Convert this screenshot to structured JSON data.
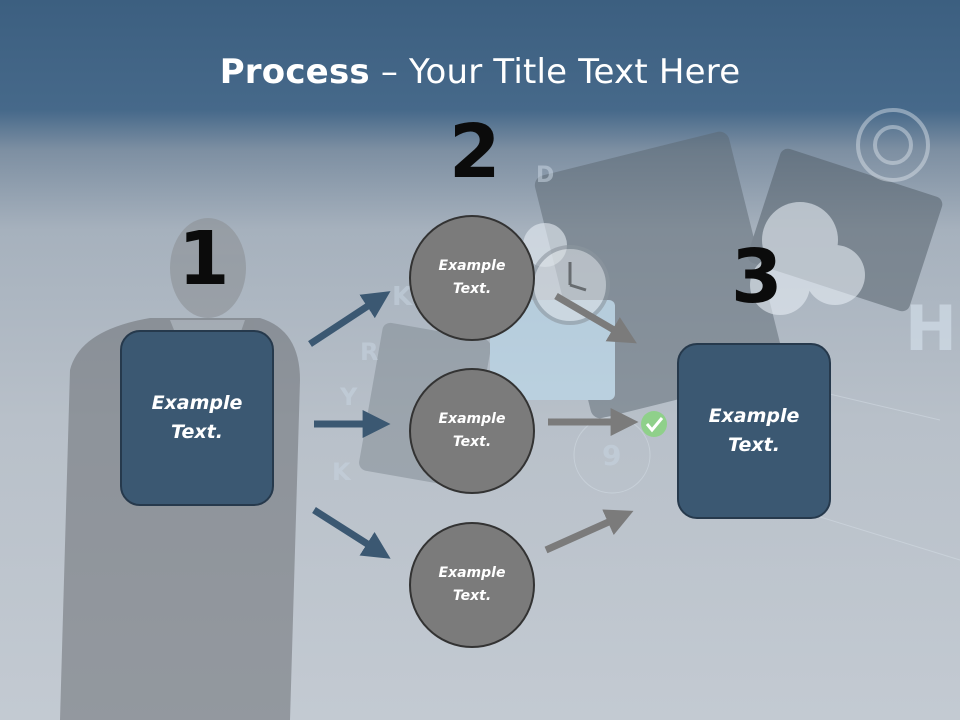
{
  "slide": {
    "title_bold": "Process",
    "title_rest": " – Your Title Text Here"
  },
  "steps": {
    "step1_number": "1",
    "step2_number": "2",
    "step3_number": "3"
  },
  "boxes": {
    "left_text": "Example Text.",
    "right_text": "Example Text."
  },
  "circles": [
    {
      "text": "Example Text."
    },
    {
      "text": "Example Text."
    },
    {
      "text": "Example Text."
    }
  ],
  "colors": {
    "box_fill": "#3b5872",
    "circle_fill": "#7b7b7b",
    "left_arrow": "#3b5872",
    "right_arrow": "#7b7b7b"
  }
}
